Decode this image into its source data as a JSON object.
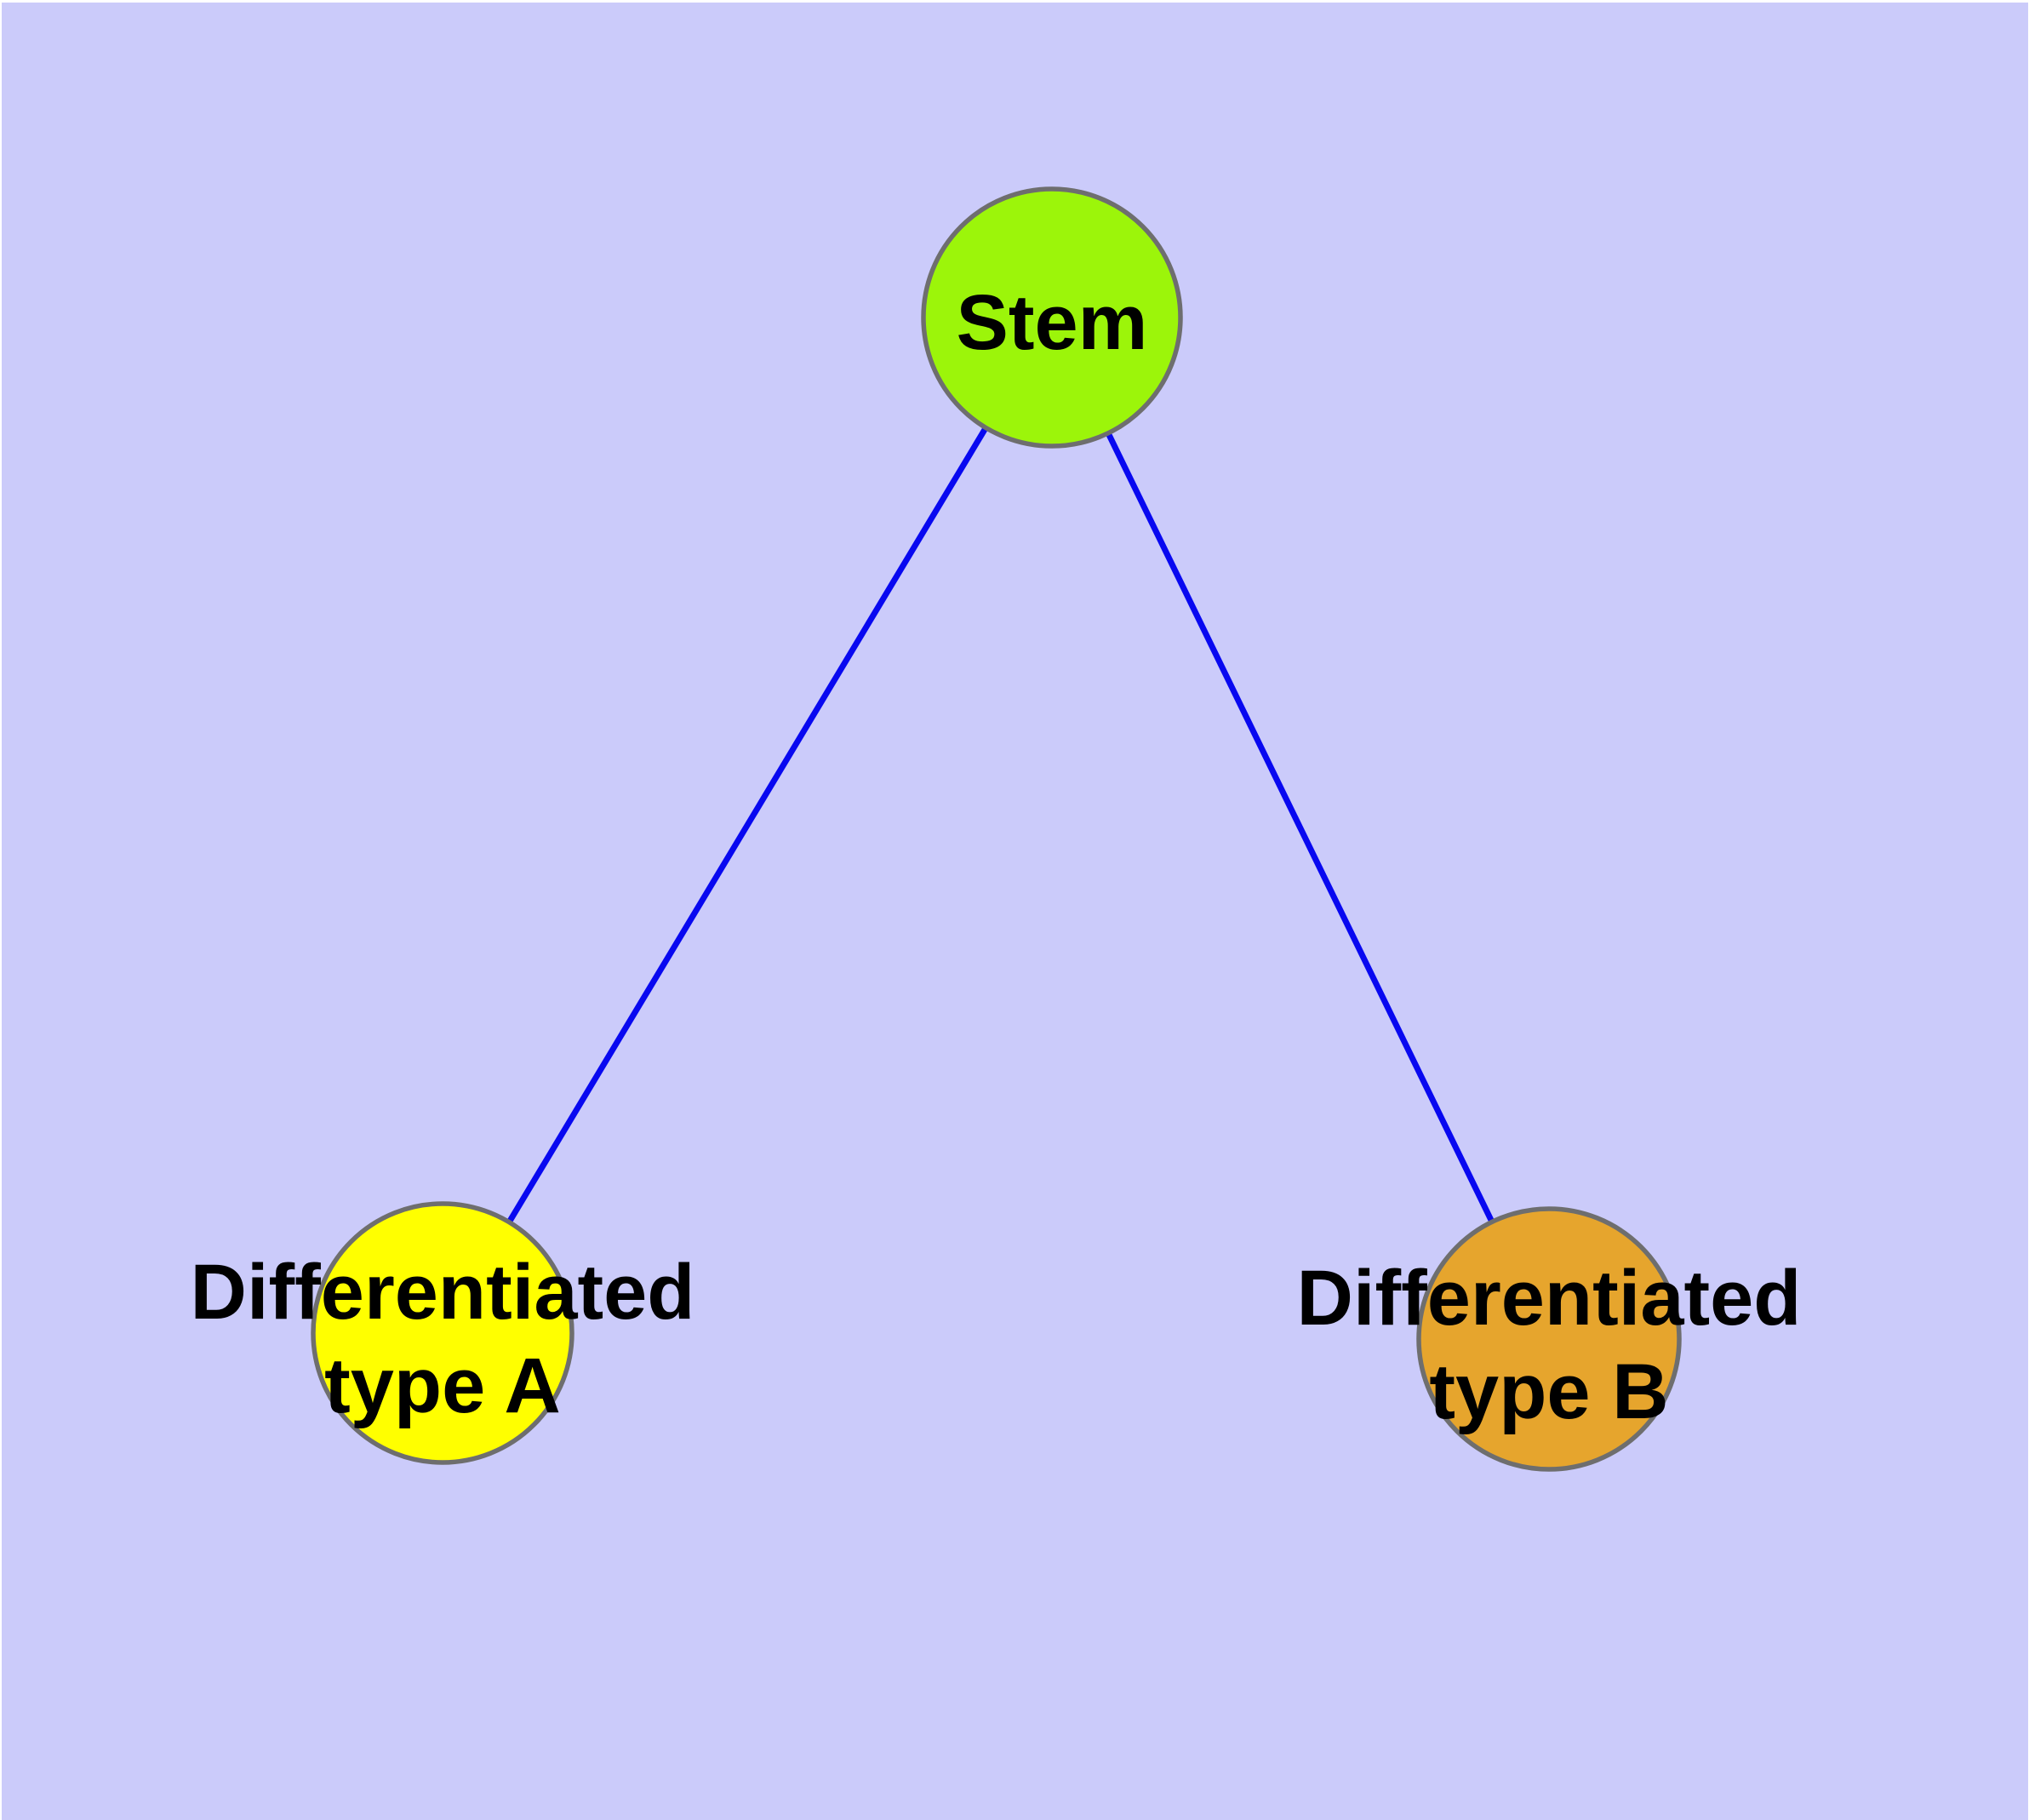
{
  "diagram": {
    "background_color": "#CBCBFA",
    "page_margin_color": "#FFFFFF",
    "edge_color": "#0808F0",
    "node_border_color": "#6E6E6E",
    "label_color": "#000000",
    "nodes": {
      "stem": {
        "label": "Stem",
        "fill": "#9CF50A"
      },
      "type_a": {
        "label_line1": "Differentiated",
        "label_line2": "type A",
        "label": "Differentiated type A",
        "fill": "#FFFF00"
      },
      "type_b": {
        "label_line1": "Differentiated",
        "label_line2": "type B",
        "label": "Differentiated type B",
        "fill": "#E6A52D"
      }
    },
    "edges": [
      {
        "from": "Stem",
        "to": "Differentiated type A"
      },
      {
        "from": "Stem",
        "to": "Differentiated type B"
      }
    ]
  }
}
